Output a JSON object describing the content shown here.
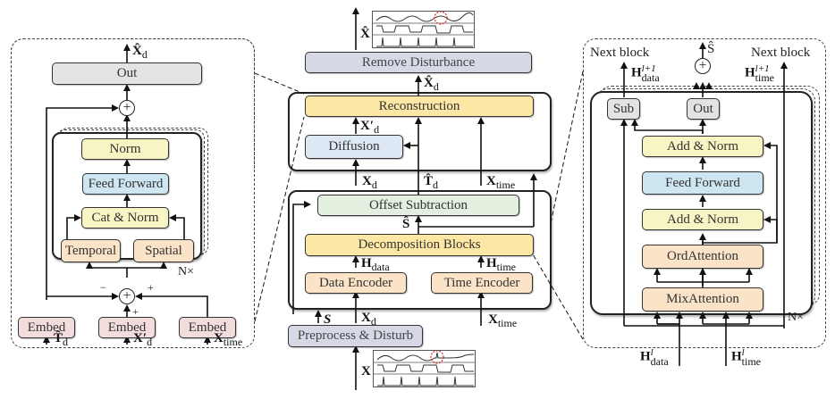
{
  "left_panel": {
    "out_label": "Out",
    "output_var": "X̂",
    "output_sub": "d",
    "norm_label": "Norm",
    "feed_forward_label": "Feed Forward",
    "cat_norm_label": "Cat & Norm",
    "temporal_label": "Temporal",
    "spatial_label": "Spatial",
    "repeat_label": "N×",
    "embeds": [
      {
        "label": "Embed",
        "input_var": "T̂",
        "input_sub": "d"
      },
      {
        "label": "Embed",
        "input_var": "X′",
        "input_sub": "d"
      },
      {
        "label": "Embed",
        "input_var": "X",
        "input_sub": "time"
      }
    ],
    "signs": {
      "minus": "−",
      "plus_right": "+",
      "plus_bottom": "+"
    }
  },
  "center_panel": {
    "output_var": "X̂",
    "remove_disturbance_label": "Remove Disturbance",
    "recon_in_var": "X̂",
    "recon_in_sub": "d",
    "reconstruction_label": "Reconstruction",
    "diffusion_out_var": "X′",
    "diffusion_out_sub": "d",
    "diffusion_label": "Diffusion",
    "mid_labels": [
      {
        "var": "X",
        "sub": "d"
      },
      {
        "var": "T̂",
        "sub": "d"
      },
      {
        "var": "X",
        "sub": "time"
      }
    ],
    "offset_subtraction_label": "Offset Subtraction",
    "s_hat_label": "Ŝ",
    "decomposition_label": "Decomposition Blocks",
    "h_data": {
      "var": "H",
      "sub": "data"
    },
    "h_time": {
      "var": "H",
      "sub": "time"
    },
    "data_encoder_label": "Data Encoder",
    "time_encoder_label": "Time Encoder",
    "bottom_labels": [
      {
        "var": "S",
        "sub": ""
      },
      {
        "var": "X",
        "sub": "d"
      },
      {
        "var": "X",
        "sub": "time"
      }
    ],
    "preprocess_label": "Preprocess & Disturb",
    "input_var": "X"
  },
  "right_panel": {
    "next_block_left": "Next block",
    "next_block_right": "Next block",
    "s_hat": "Ŝ",
    "h_data_next": {
      "var": "H",
      "sup": "l+1",
      "sub": "data"
    },
    "h_time_next": {
      "var": "H",
      "sup": "l+1",
      "sub": "time"
    },
    "sub_label": "Sub",
    "out_label": "Out",
    "add_norm_top_label": "Add & Norm",
    "feed_forward_label": "Feed Forward",
    "add_norm_bottom_label": "Add & Norm",
    "ord_attention_label": "OrdAttention",
    "mix_attention_label": "MixAttention",
    "repeat_label": "N×",
    "h_data_in": {
      "var": "H",
      "sup": "l",
      "sub": "data"
    },
    "h_time_in": {
      "var": "H",
      "sup": "l",
      "sub": "time"
    }
  },
  "colors": {
    "highlight_circle": "#e02020"
  }
}
